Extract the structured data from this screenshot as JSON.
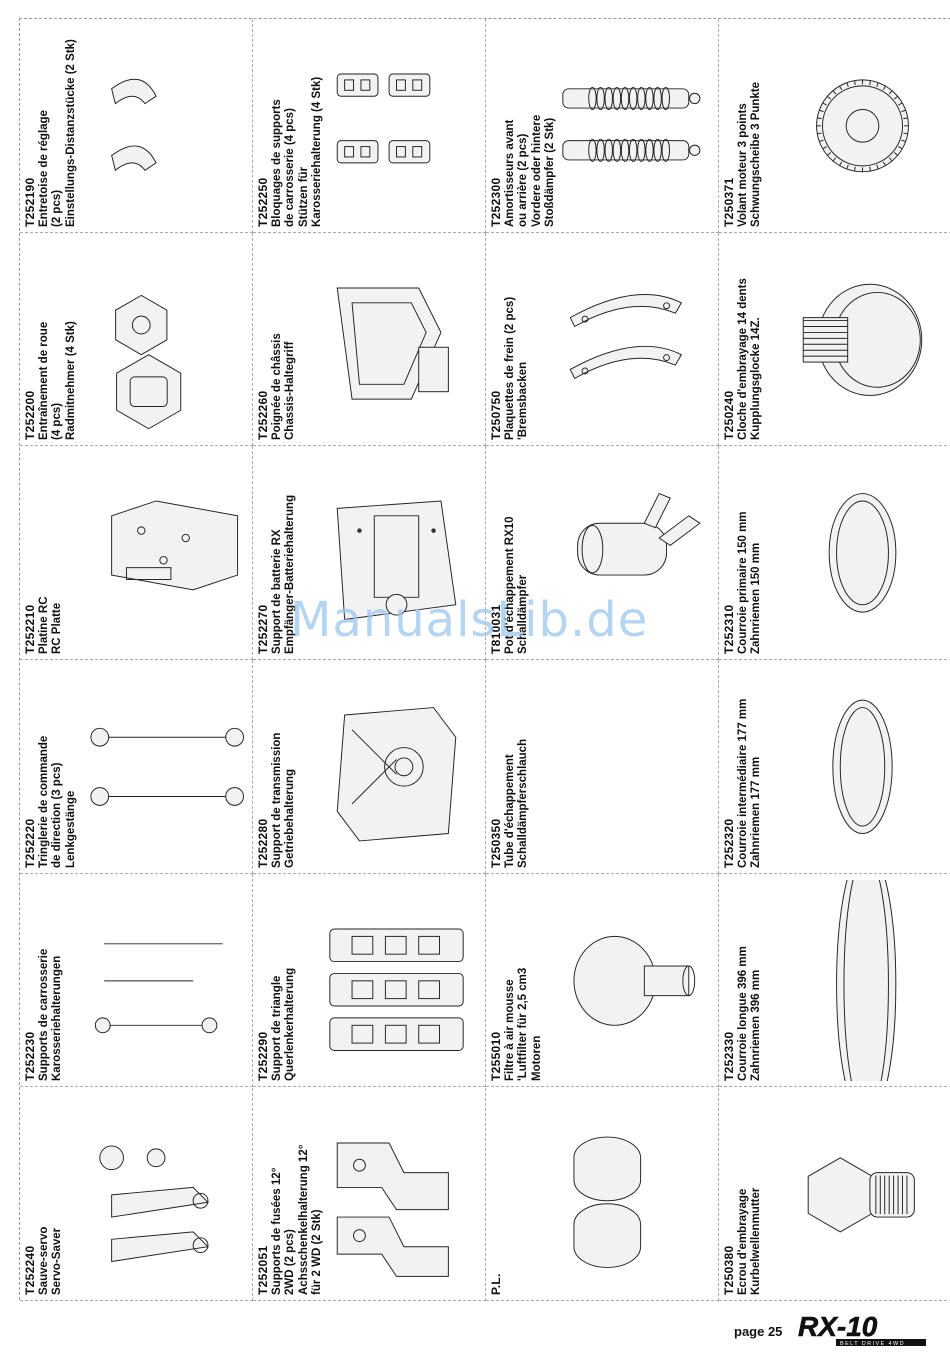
{
  "watermark": "ManualsLib.de",
  "footer": {
    "page": "page 25",
    "logo_text": "RX-10",
    "logo_sub": "BELT DRIVE 4WD"
  },
  "columns": [
    {
      "cells": [
        {
          "id": "T252190",
          "code": "T252190",
          "lines": [
            "Entretoise de réglage",
            "(2 pcs)",
            "Einstellungs-Distanzstücke (2 Stk)"
          ],
          "pic": "spacer-clips"
        },
        {
          "id": "T252250",
          "code": "T252250",
          "lines": [
            "Bloquages de supports",
            "de carrosserie (4 pcs)",
            "Stützen für",
            "Karosseriehalterung (4 Stk)"
          ],
          "pic": "body-clips"
        },
        {
          "id": "T252300",
          "code": "T252300",
          "lines": [
            "Amortisseurs avant",
            "ou arrière (2 pcs)",
            "Vordere oder hintere",
            "Stoßdämpfer (2 Stk)"
          ],
          "pic": "shocks"
        },
        {
          "id": "T250371",
          "code": "T250371",
          "lines": [
            "Volant moteur 3 points",
            "Schwungscheibe 3 Punkte"
          ],
          "pic": "flywheel"
        }
      ]
    },
    {
      "cells": [
        {
          "id": "T252200",
          "code": "T252200",
          "lines": [
            "Entraînement de roue",
            "(4 pcs)",
            "Radmitnehmer (4 Stk)"
          ],
          "pic": "hex-drive"
        },
        {
          "id": "T252260",
          "code": "T252260",
          "lines": [
            "Poignée de châssis",
            "Chassis-Haltegriff"
          ],
          "pic": "handle"
        },
        {
          "id": "T250750",
          "code": "T250750",
          "lines": [
            "Plaquettes de frein (2 pcs)",
            "'Bremsbacken"
          ],
          "pic": "brake-pads"
        },
        {
          "id": "T250240",
          "code": "T250240",
          "lines": [
            "Cloche d'embrayage 14 dents",
            "Kupplungsglocke 14Z."
          ],
          "pic": "clutch-bell"
        }
      ]
    },
    {
      "cells": [
        {
          "id": "T252210",
          "code": "T252210",
          "lines": [
            "Platine RC",
            "RC Platte"
          ],
          "pic": "rc-plate"
        },
        {
          "id": "T252270",
          "code": "T252270",
          "lines": [
            "Support de batterie RX",
            "Empfänger-Batteriehalterung"
          ],
          "pic": "battery-holder"
        },
        {
          "id": "T810031",
          "code": "T810031",
          "lines": [
            "Pot d'échappement RX10",
            "Schalldämpfer"
          ],
          "pic": "exhaust-pipe"
        },
        {
          "id": "T252310",
          "code": "T252310",
          "lines": [
            "Courroie primaire 150 mm",
            "Zahnriemen 150 mm"
          ],
          "pic": "belt-short"
        }
      ]
    },
    {
      "cells": [
        {
          "id": "T252220",
          "code": "T252220",
          "lines": [
            "Tringlerie de commande",
            "de direction (3 pcs)",
            "Lenkgestänge"
          ],
          "pic": "steering-links"
        },
        {
          "id": "T252280",
          "code": "T252280",
          "lines": [
            "Support de transmission",
            "Getriebehalterung"
          ],
          "pic": "transmission-mount"
        },
        {
          "id": "T250350",
          "code": "T250350",
          "lines": [
            "Tube d'échappement",
            "Schalldämpferschlauch"
          ],
          "pic": "exhaust-tube"
        },
        {
          "id": "T252320",
          "code": "T252320",
          "lines": [
            "Courroie intermédiaire 177 mm",
            "Zahnriemen 177 mm"
          ],
          "pic": "belt-mid"
        }
      ]
    },
    {
      "cells": [
        {
          "id": "T252230",
          "code": "T252230",
          "lines": [
            "Supports de carrosserie",
            "Karosseriehalterungen"
          ],
          "pic": "body-posts"
        },
        {
          "id": "T252290",
          "code": "T252290",
          "lines": [
            "Support de triangle",
            "Querlenkerhalterung"
          ],
          "pic": "arm-mounts"
        },
        {
          "id": "T255010",
          "code": "T255010",
          "lines": [
            "Filtre à air mousse",
            "'Luftfilter für 2,5 cm3",
            "Motoren"
          ],
          "pic": "air-filter"
        },
        {
          "id": "T252330",
          "code": "T252330",
          "lines": [
            "Courroie longue 396 mm",
            "Zahnriemen 396 mm"
          ],
          "pic": "belt-long"
        }
      ]
    },
    {
      "cells": [
        {
          "id": "T252240",
          "code": "T252240",
          "lines": [
            "Sauve-servo",
            "Servo-Saver"
          ],
          "pic": "servo-saver"
        },
        {
          "id": "T252051",
          "code": "T252051",
          "lines": [
            "Supports de fusées 12°",
            "2WD (2 pcs)",
            "Achsschenkelhalterung 12°",
            "für 2 WD (2 Stk)"
          ],
          "pic": "knuckle-carriers"
        },
        {
          "id": "PL",
          "code": "P.L.",
          "lines": [],
          "pic": "pucks"
        },
        {
          "id": "T250380",
          "code": "T250380",
          "lines": [
            "Ecrou d'embrayage",
            "Kurbelwellenmutter"
          ],
          "pic": "clutch-nut"
        }
      ]
    }
  ]
}
